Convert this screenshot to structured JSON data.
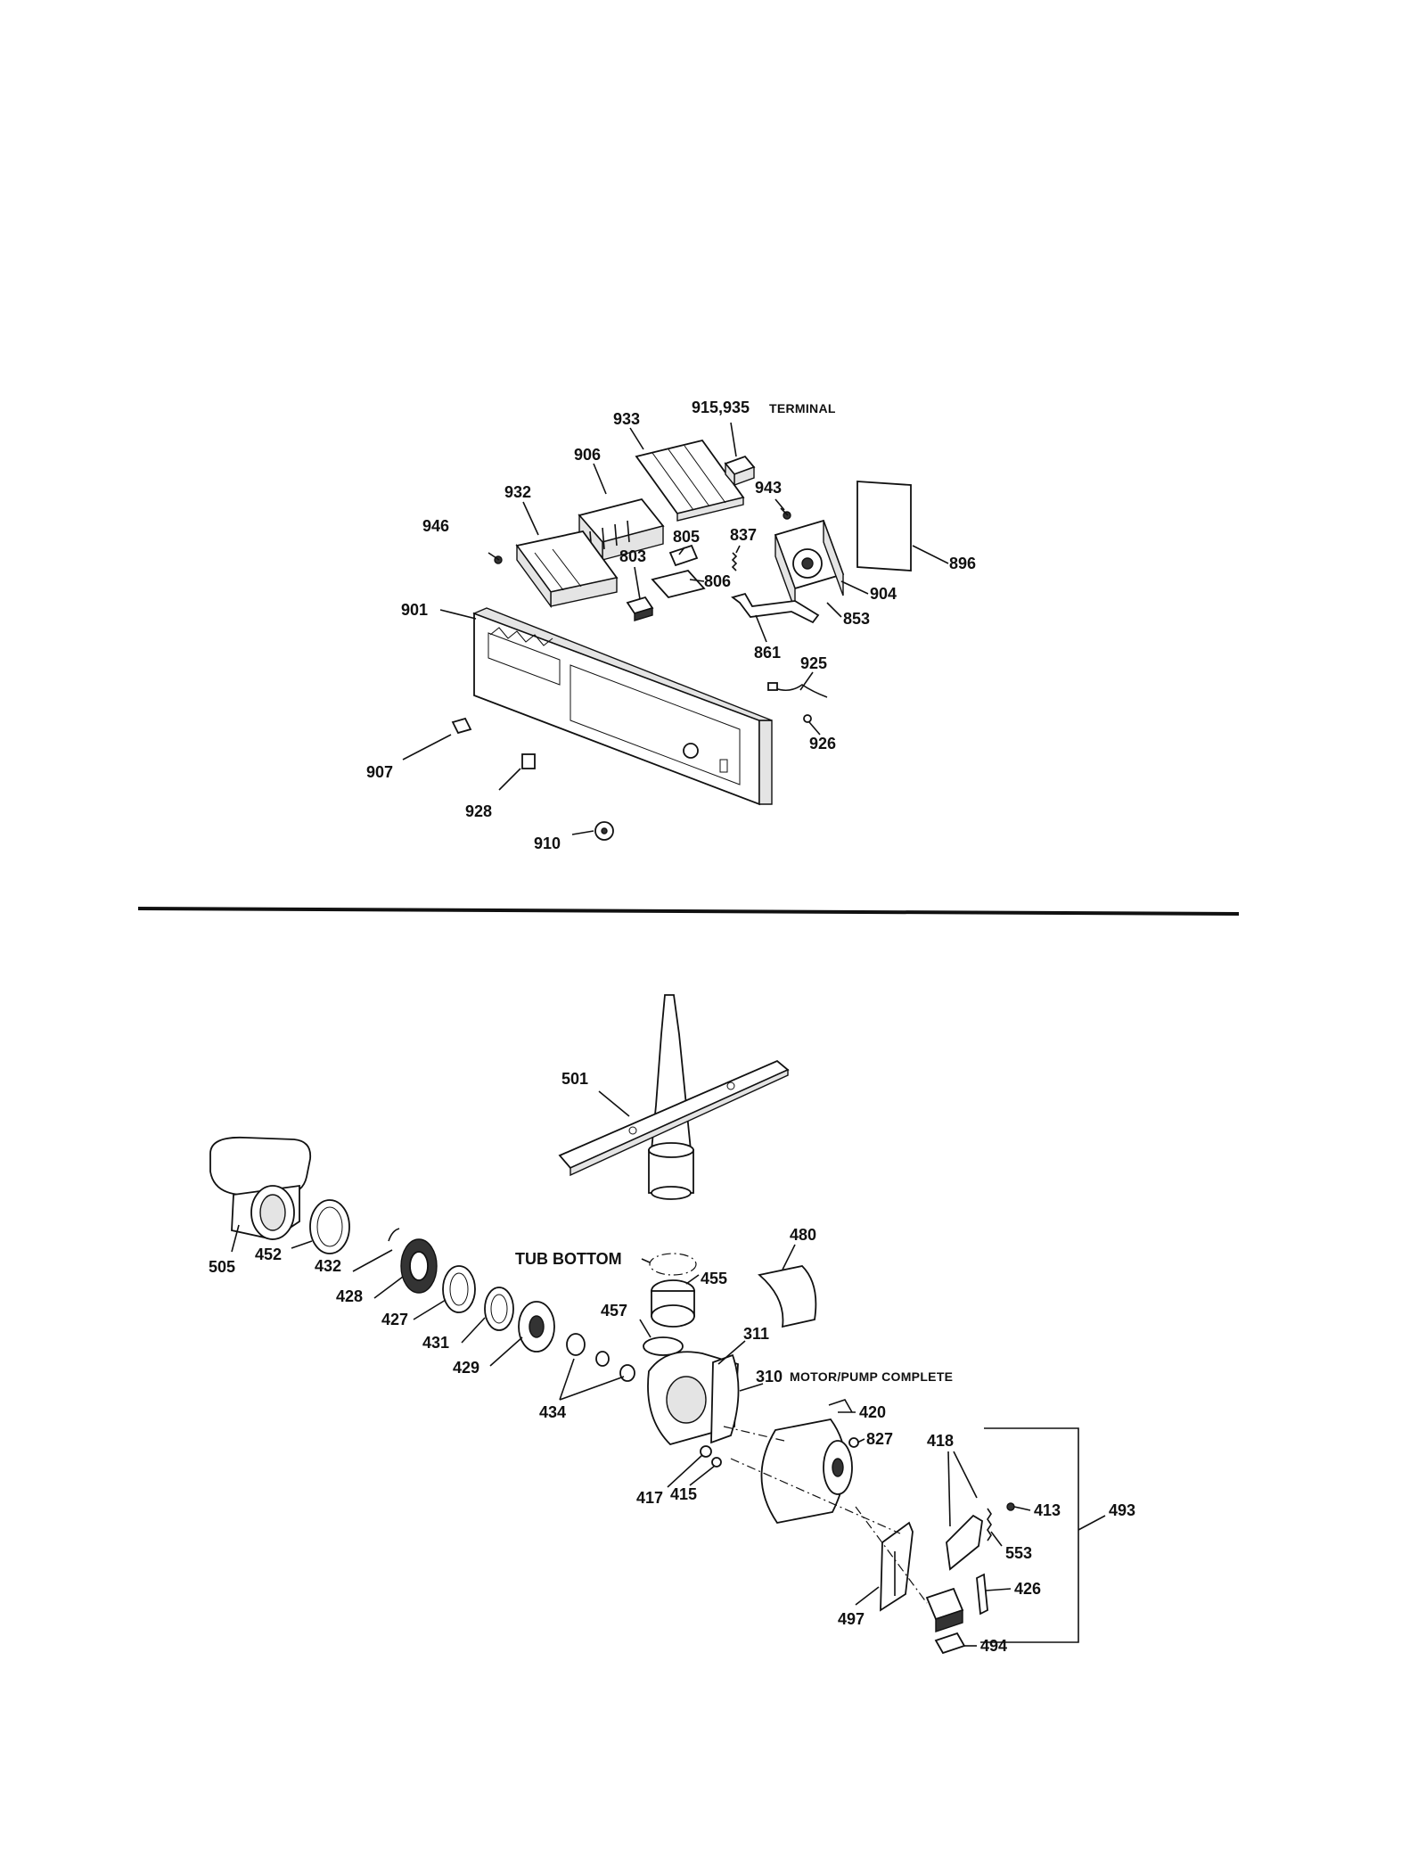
{
  "control_panel_section": {
    "callouts": {
      "c915_935": "915,935",
      "terminal_note": "TERMINAL",
      "c933": "933",
      "c906": "906",
      "c943": "943",
      "c932": "932",
      "c946": "946",
      "c805": "805",
      "c837": "837",
      "c803": "803",
      "c806": "806",
      "c896": "896",
      "c901": "901",
      "c904": "904",
      "c853": "853",
      "c861": "861",
      "c925": "925",
      "c926": "926",
      "c907": "907",
      "c928": "928",
      "c910": "910"
    }
  },
  "pump_section": {
    "callouts": {
      "c501": "501",
      "c505": "505",
      "c452": "452",
      "c432": "432",
      "c428": "428",
      "c427": "427",
      "c431": "431",
      "c429": "429",
      "tub_bottom": "TUB BOTTOM",
      "c455": "455",
      "c457": "457",
      "c480": "480",
      "c311": "311",
      "c310": "310",
      "motor_pump_note": "MOTOR/PUMP COMPLETE",
      "c434": "434",
      "c420": "420",
      "c827": "827",
      "c418": "418",
      "c493": "493",
      "c413": "413",
      "c553": "553",
      "c417": "417",
      "c415": "415",
      "c426": "426",
      "c497": "497",
      "c494": "494"
    }
  }
}
